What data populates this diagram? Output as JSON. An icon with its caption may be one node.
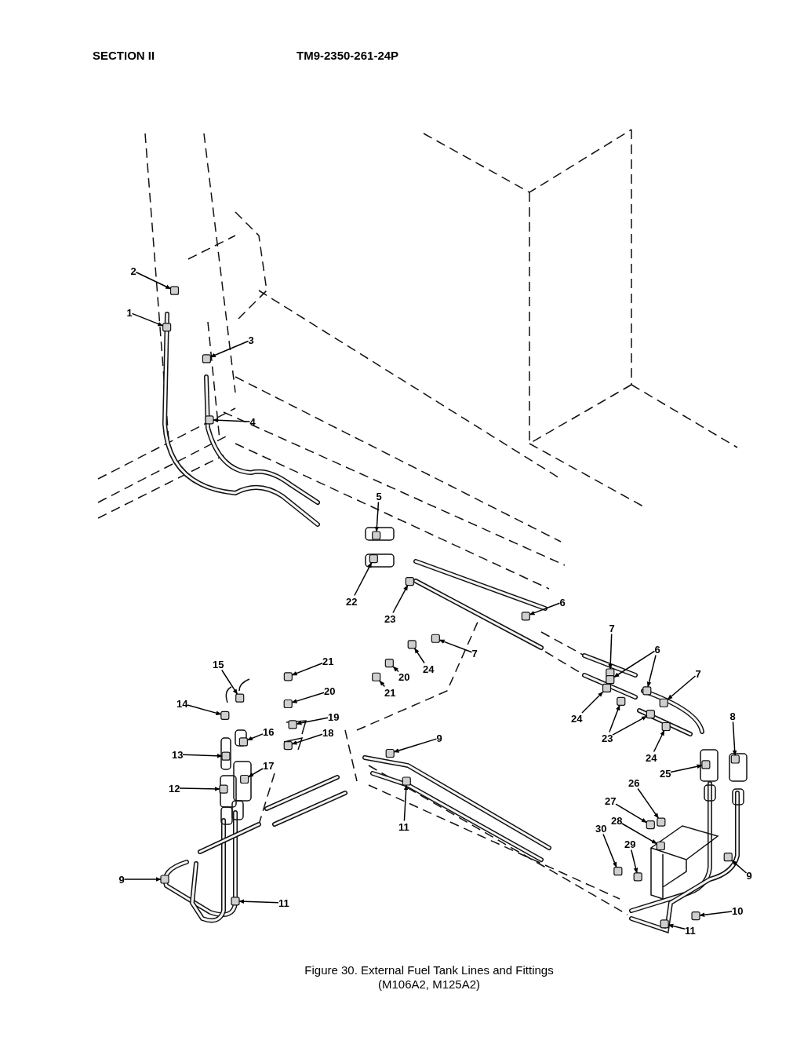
{
  "diagram": {
    "caption": "Figure 30. External Fuel Tank Lines and Fittings (M106A2, M125A2)",
    "nodes": [
      {
        "text": [
          "2"
        ]
      },
      {
        "text": [
          "1"
        ]
      },
      {
        "text": [
          "3"
        ]
      },
      {
        "text": [
          "4"
        ]
      },
      {
        "text": [
          "5"
        ]
      },
      {
        "text": [
          "22"
        ]
      },
      {
        "text": [
          "23"
        ]
      },
      {
        "text": [
          "6"
        ]
      },
      {
        "text": [
          "7"
        ]
      },
      {
        "text": [
          "6"
        ]
      },
      {
        "text": [
          "7"
        ]
      },
      {
        "text": [
          "21"
        ]
      },
      {
        "text": [
          "7"
        ]
      },
      {
        "text": [
          "20"
        ]
      },
      {
        "text": [
          "24"
        ]
      },
      {
        "text": [
          "20"
        ]
      },
      {
        "text": [
          "21"
        ]
      },
      {
        "text": [
          "15"
        ]
      },
      {
        "text": [
          "14"
        ]
      },
      {
        "text": [
          "19"
        ]
      },
      {
        "text": [
          "16"
        ]
      },
      {
        "text": [
          "18"
        ]
      },
      {
        "text": [
          "24"
        ]
      },
      {
        "text": [
          "23"
        ]
      },
      {
        "text": [
          "9"
        ]
      },
      {
        "text": [
          "13"
        ]
      },
      {
        "text": [
          "24"
        ]
      },
      {
        "text": [
          "17"
        ]
      },
      {
        "text": [
          "8"
        ]
      },
      {
        "text": [
          "25"
        ]
      },
      {
        "text": [
          "12"
        ]
      },
      {
        "text": [
          "26"
        ]
      },
      {
        "text": [
          "27"
        ]
      },
      {
        "text": [
          "28"
        ]
      },
      {
        "text": [
          "11"
        ]
      },
      {
        "text": [
          "30"
        ]
      },
      {
        "text": [
          "29"
        ]
      },
      {
        "text": [
          "9"
        ]
      },
      {
        "text": [
          "9"
        ]
      },
      {
        "text": [
          "10"
        ]
      },
      {
        "text": [
          "11"
        ]
      },
      {
        "text": [
          "11"
        ]
      },
      {
        "text": [],
        "shape": "box"
      },
      {
        "text": [],
        "shape": "box"
      },
      {
        "text": [],
        "shape": "box"
      },
      {
        "text": [],
        "shape": "box"
      },
      {
        "text": [],
        "shape": "box"
      },
      {
        "text": [],
        "shape": "box"
      },
      {
        "text": [],
        "shape": "box"
      },
      {
        "text": [],
        "shape": "box"
      },
      {
        "text": [],
        "shape": "box"
      },
      {
        "text": [],
        "shape": "box"
      },
      {
        "text": [],
        "shape": "box"
      },
      {
        "text": [],
        "shape": "box"
      },
      {
        "text": [],
        "shape": "box"
      },
      {
        "text": [],
        "shape": "box"
      },
      {
        "text": [],
        "shape": "box"
      },
      {
        "text": [],
        "shape": "box"
      },
      {
        "text": [],
        "shape": "box"
      },
      {
        "text": [],
        "shape": "box"
      },
      {
        "text": [],
        "shape": "box"
      },
      {
        "text": [],
        "shape": "box"
      },
      {
        "text": [],
        "shape": "box"
      },
      {
        "text": [],
        "shape": "box"
      },
      {
        "text": [],
        "shape": "box"
      },
      {
        "text": [],
        "shape": "box"
      },
      {
        "text": [],
        "shape": "box"
      },
      {
        "text": [],
        "shape": "box"
      },
      {
        "text": [],
        "shape": "box"
      },
      {
        "text": [],
        "shape": "box"
      },
      {
        "text": [],
        "shape": "box"
      },
      {
        "text": [],
        "shape": "box"
      },
      {
        "text": [],
        "shape": "box"
      },
      {
        "text": [],
        "shape": "box"
      },
      {
        "text": [],
        "shape": "box"
      },
      {
        "text": [],
        "shape": "box"
      },
      {
        "text": [],
        "shape": "box"
      },
      {
        "text": [],
        "shape": "box"
      },
      {
        "text": [],
        "shape": "box"
      },
      {
        "text": [],
        "shape": "box"
      },
      {
        "text": [],
        "shape": "box"
      },
      {
        "text": [],
        "shape": "box"
      },
      {
        "text": [],
        "shape": "box"
      },
      {
        "text": [],
        "shape": "box"
      },
      {
        "text": [],
        "shape": "box"
      },
      {
        "text": [],
        "shape": "box"
      }
    ],
    "edges": [
      {
        "from": 0,
        "to": 42,
        "arrow": "to"
      },
      {
        "from": 1,
        "to": 43,
        "arrow": "to"
      },
      {
        "from": 2,
        "to": 44,
        "arrow": "to"
      },
      {
        "from": 3,
        "to": 45,
        "arrow": "to"
      },
      {
        "from": 4,
        "to": 46,
        "arrow": "to"
      },
      {
        "from": 5,
        "to": 47,
        "arrow": "to"
      },
      {
        "from": 6,
        "to": 48,
        "arrow": "to"
      },
      {
        "from": 7,
        "to": 49,
        "arrow": "to"
      },
      {
        "from": 8,
        "to": 50,
        "arrow": "to"
      },
      {
        "from": 9,
        "to": 51,
        "arrow": "to"
      },
      {
        "from": 9,
        "to": 52,
        "arrow": "to"
      },
      {
        "from": 10,
        "to": 53,
        "arrow": "to"
      },
      {
        "from": 11,
        "to": 54,
        "arrow": "to"
      },
      {
        "from": 12,
        "to": 55,
        "arrow": "to"
      },
      {
        "from": 13,
        "to": 56,
        "arrow": "to"
      },
      {
        "from": 14,
        "to": 57,
        "arrow": "to"
      },
      {
        "from": 15,
        "to": 58,
        "arrow": "to"
      },
      {
        "from": 16,
        "to": 59,
        "arrow": "to"
      },
      {
        "from": 17,
        "to": 60,
        "arrow": "to"
      },
      {
        "from": 18,
        "to": 61,
        "arrow": "to"
      },
      {
        "from": 19,
        "to": 62,
        "arrow": "to"
      },
      {
        "from": 20,
        "to": 63,
        "arrow": "to"
      },
      {
        "from": 21,
        "to": 64,
        "arrow": "to"
      },
      {
        "from": 22,
        "to": 65,
        "arrow": "to"
      },
      {
        "from": 23,
        "to": 66,
        "arrow": "to"
      },
      {
        "from": 23,
        "to": 67,
        "arrow": "to"
      },
      {
        "from": 24,
        "to": 68,
        "arrow": "to"
      },
      {
        "from": 25,
        "to": 69,
        "arrow": "to"
      },
      {
        "from": 26,
        "to": 70,
        "arrow": "to"
      },
      {
        "from": 27,
        "to": 71,
        "arrow": "to"
      },
      {
        "from": 28,
        "to": 72,
        "arrow": "to"
      },
      {
        "from": 29,
        "to": 73,
        "arrow": "to"
      },
      {
        "from": 30,
        "to": 74,
        "arrow": "to"
      },
      {
        "from": 31,
        "to": 75,
        "arrow": "to"
      },
      {
        "from": 32,
        "to": 76,
        "arrow": "to"
      },
      {
        "from": 33,
        "to": 77,
        "arrow": "to"
      },
      {
        "from": 34,
        "to": 78,
        "arrow": "to"
      },
      {
        "from": 35,
        "to": 79,
        "arrow": "to"
      },
      {
        "from": 36,
        "to": 80,
        "arrow": "to"
      },
      {
        "from": 37,
        "to": 81,
        "arrow": "to"
      },
      {
        "from": 38,
        "to": 82,
        "arrow": "to"
      },
      {
        "from": 39,
        "to": 83,
        "arrow": "to"
      },
      {
        "from": 40,
        "to": 84,
        "arrow": "to"
      },
      {
        "from": 41,
        "to": 85,
        "arrow": "to"
      }
    ],
    "labels": [
      "SECTION II",
      "TM9-2350-261-24P"
    ]
  }
}
